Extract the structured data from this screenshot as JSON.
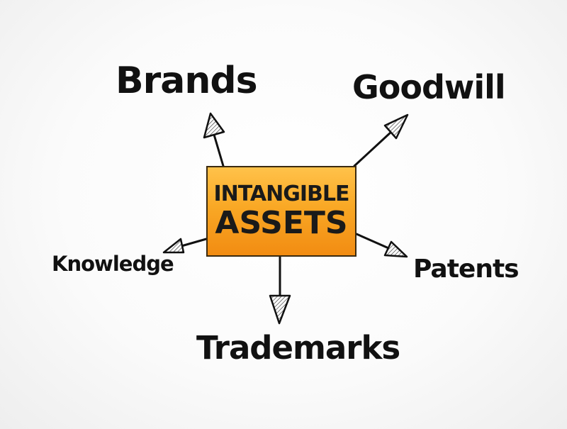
{
  "center": {
    "line1": "INTANGIBLE",
    "line2": "ASSETS"
  },
  "branches": {
    "brands": "Brands",
    "goodwill": "Goodwill",
    "knowledge": "Knowledge",
    "patents": "Patents",
    "trademarks": "Trademarks"
  },
  "colors": {
    "box_fill_top": "#ffc24a",
    "box_fill_bottom": "#f28c12",
    "ink": "#111111"
  }
}
